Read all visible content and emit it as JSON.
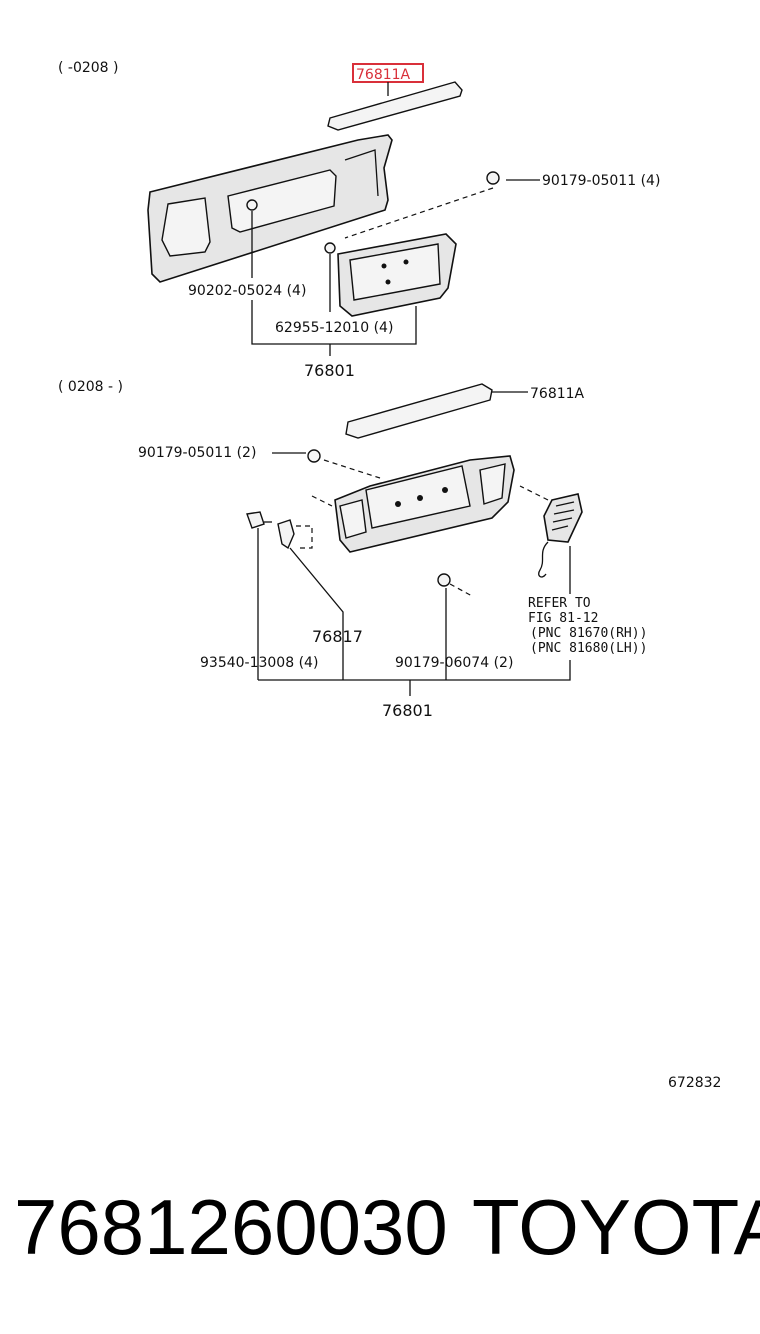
{
  "top_section": {
    "range_label": "(        -0208 )",
    "callout_highlight": "76811A",
    "part_90179_4": "90179-05011 (4)",
    "part_90202": "90202-05024 (4)",
    "part_62955": "62955-12010 (4)",
    "assembly": "76801"
  },
  "bottom_section": {
    "range_label": "( 0208 -        )",
    "callout_76811A": "76811A",
    "part_90179_2": "90179-05011 (2)",
    "part_76817": "76817",
    "part_93540": "93540-13008 (4)",
    "part_90179_06074": "90179-06074 (2)",
    "refer_line1": "REFER TO",
    "refer_line2": "FIG 81-12",
    "refer_line3": "(PNC 81670(RH))",
    "refer_line4": "(PNC 81680(LH))",
    "assembly": "76801"
  },
  "figure_number": "672832",
  "footer": {
    "part_number": "7681260030",
    "brand": "TOYOTA"
  },
  "colors": {
    "highlight": "#d9303a"
  }
}
